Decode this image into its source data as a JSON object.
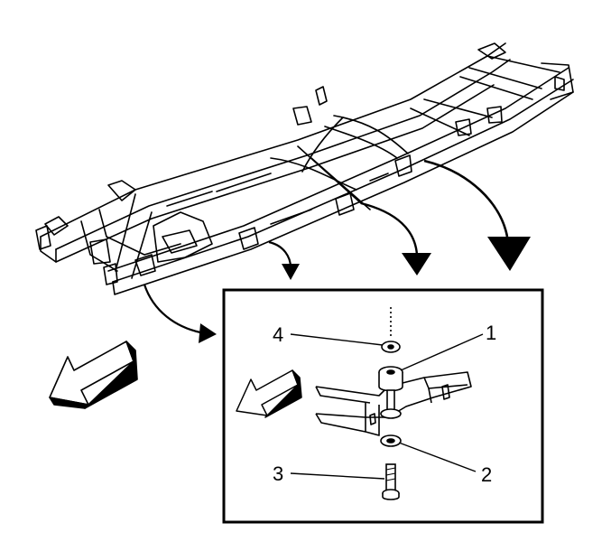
{
  "callouts": [
    {
      "id": "1",
      "label": "1"
    },
    {
      "id": "2",
      "label": "2"
    },
    {
      "id": "3",
      "label": "3"
    },
    {
      "id": "4",
      "label": "4"
    }
  ],
  "icons": {
    "front_arrow_main": "front-direction-arrow-icon",
    "front_arrow_detail": "front-direction-arrow-icon"
  },
  "colors": {
    "line": "#000000",
    "background": "#ffffff"
  }
}
